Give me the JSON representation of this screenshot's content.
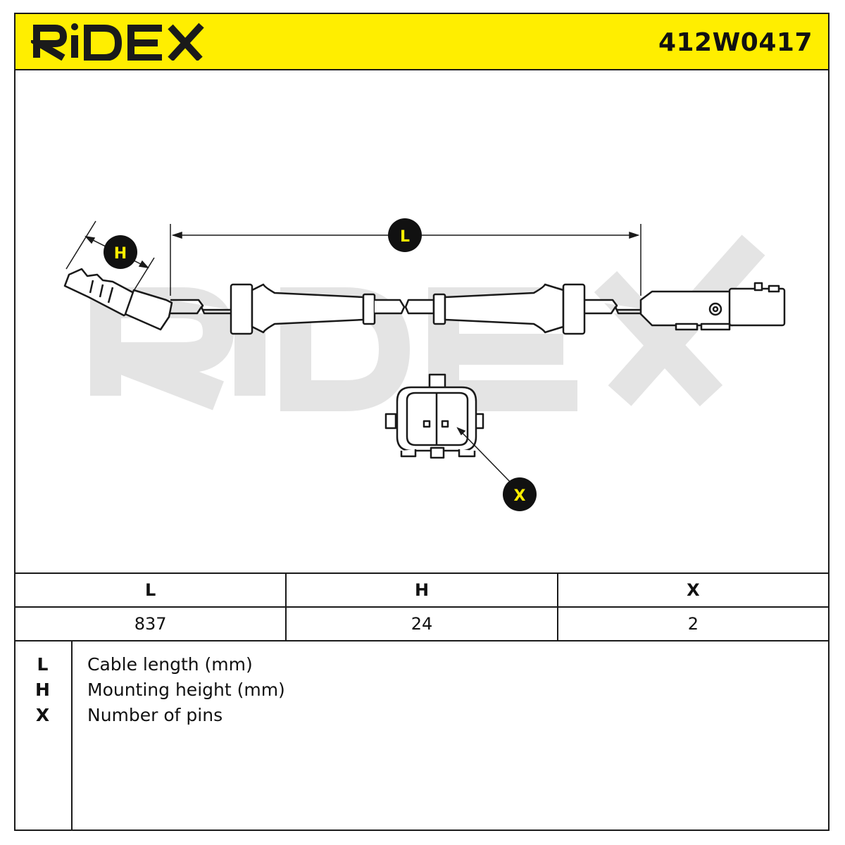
{
  "header": {
    "brand": "RIDEX",
    "part_number": "412W0417",
    "brand_color": "#ffee00"
  },
  "drawing": {
    "watermark": "RIDEX",
    "callouts": {
      "length": "L",
      "height": "H",
      "pins": "X"
    }
  },
  "dimensions": {
    "columns": [
      "L",
      "H",
      "X"
    ],
    "values": [
      "837",
      "24",
      "2"
    ]
  },
  "legend": [
    {
      "key": "L",
      "label": "Cable length (mm)"
    },
    {
      "key": "H",
      "label": "Mounting height (mm)"
    },
    {
      "key": "X",
      "label": "Number of pins"
    }
  ]
}
